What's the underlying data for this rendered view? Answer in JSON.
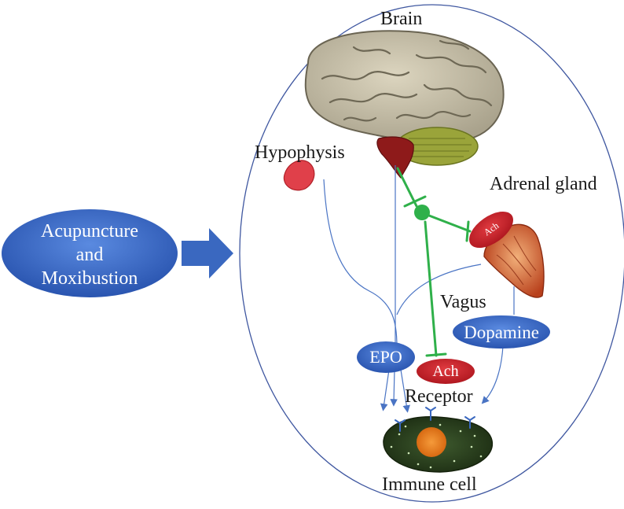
{
  "labels": {
    "brain": "Brain",
    "hypophysis": "Hypophysis",
    "adrenal_gland": "Adrenal gland",
    "vagus": "Vagus",
    "receptor": "Receptor",
    "immune_cell": "Immune cell"
  },
  "intervention": {
    "line1": "Acupuncture",
    "line2": "and",
    "line3": "Moxibustion"
  },
  "nodes": {
    "epo": "EPO",
    "dopamine": "Dopamine",
    "ach": "Ach",
    "ach_gland": "Ach"
  },
  "colors": {
    "pill_blue": "#3a68c0",
    "ach_red": "#c8202a",
    "nerve_green": "#2fb04a",
    "arrow_blue": "#4a74c4",
    "outline": "#3f57a0"
  }
}
